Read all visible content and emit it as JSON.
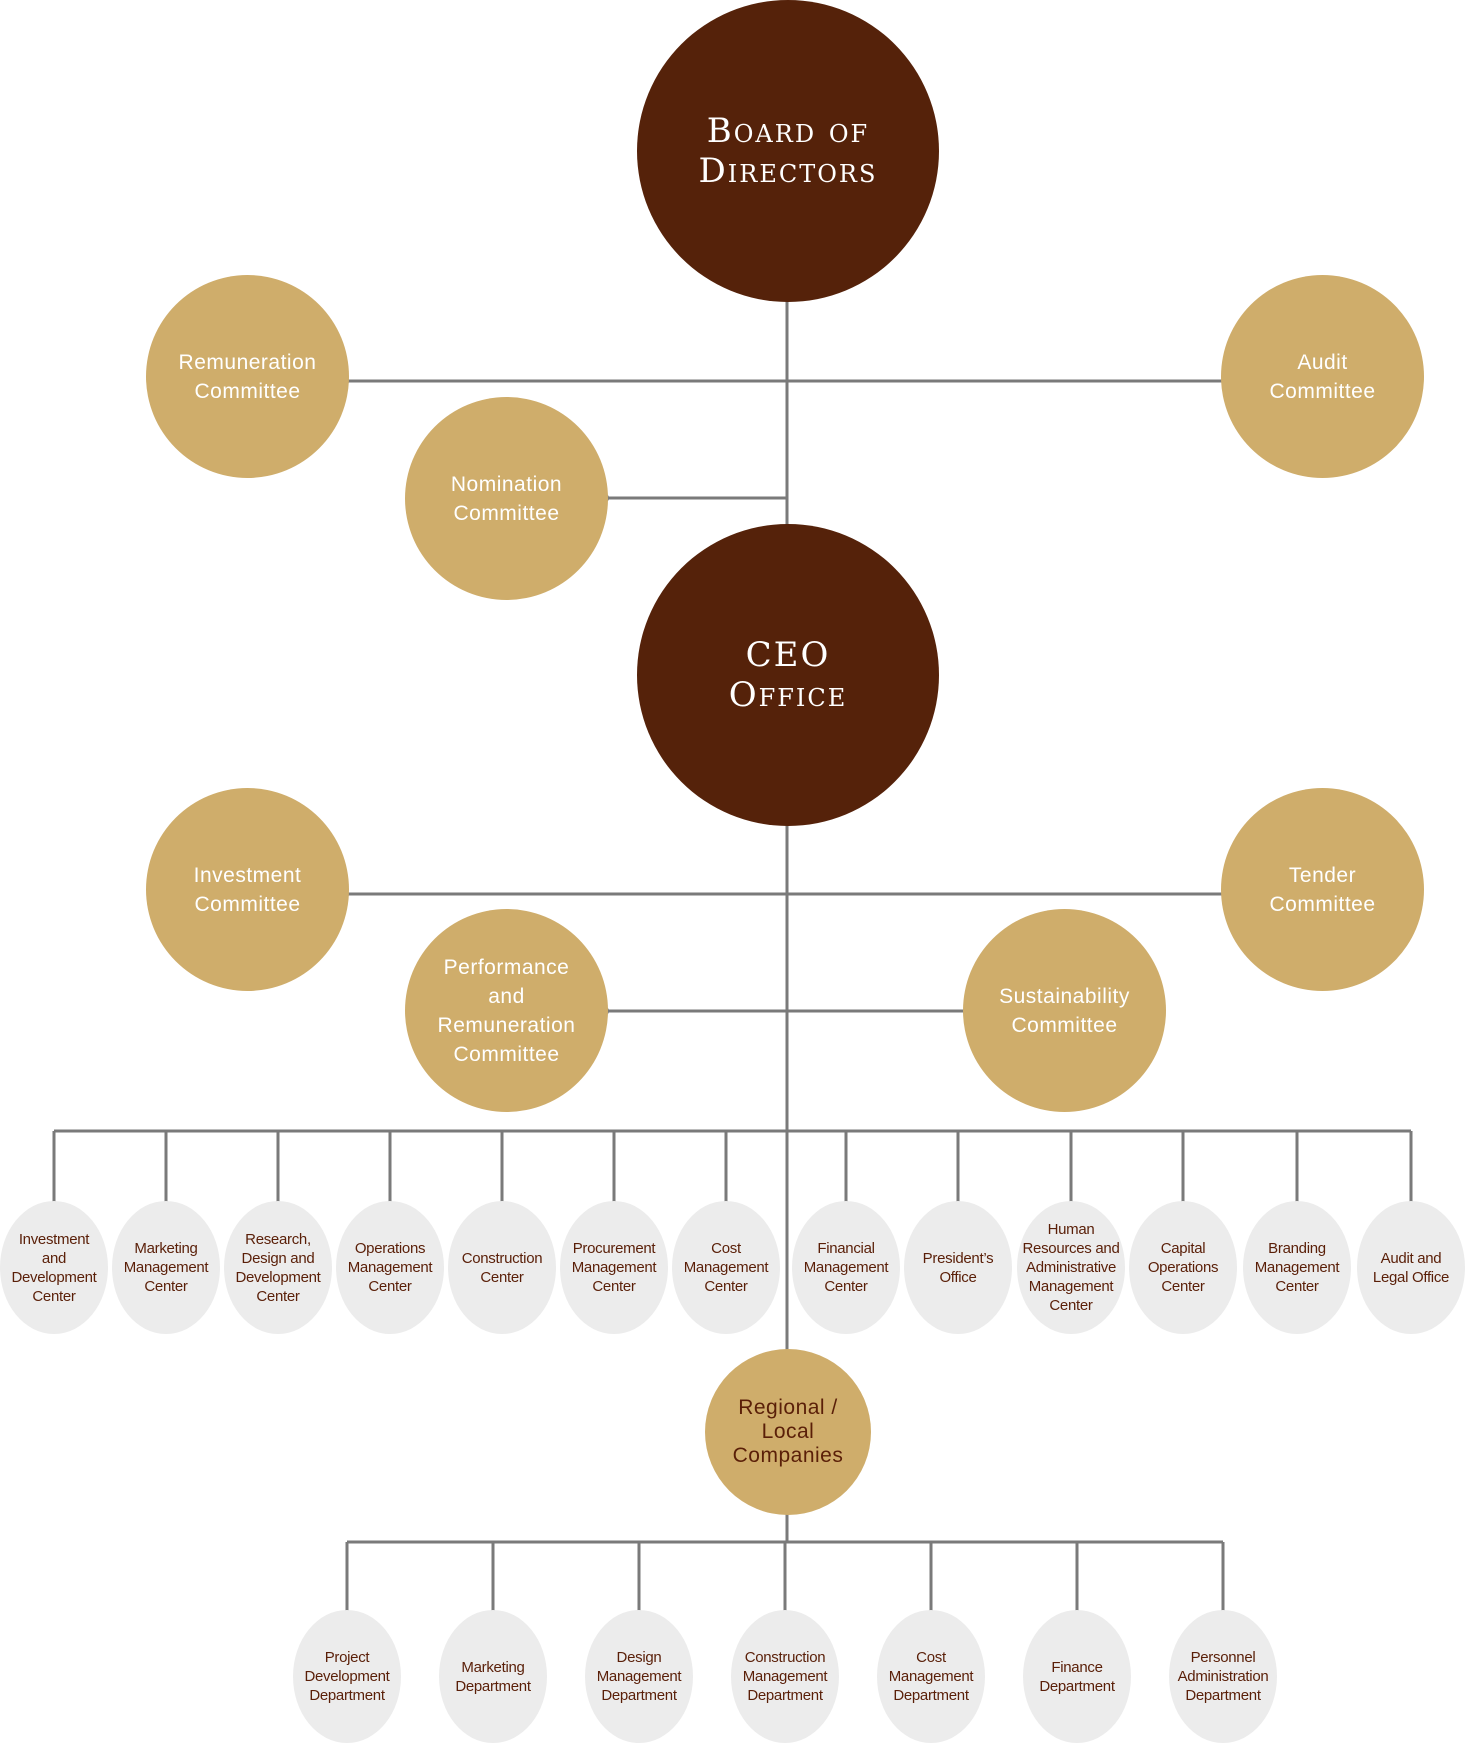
{
  "colors": {
    "dark": "#55220a",
    "gold": "#cfad6b",
    "grey": "#ececec",
    "line": "#7a7a7a",
    "brown_text": "#5a1f08"
  },
  "board": "Board of\nDirectors",
  "ceo": "CEO\nOffice",
  "board_committees": {
    "remuneration": "Remuneration\nCommittee",
    "audit": "Audit\nCommittee",
    "nomination": "Nomination\nCommittee"
  },
  "ceo_committees": {
    "investment": "Investment\nCommittee",
    "tender": "Tender\nCommittee",
    "performance": "Performance\nand\nRemuneration\nCommittee",
    "sustainability": "Sustainability\nCommittee"
  },
  "centers": [
    "Investment\nand\nDevelopment\nCenter",
    "Marketing\nManagement\nCenter",
    "Research,\nDesign and\nDevelopment\nCenter",
    "Operations\nManagement\nCenter",
    "Construction\nCenter",
    "Procurement\nManagement\nCenter",
    "Cost\nManagement\nCenter",
    "Financial\nManagement\nCenter",
    "President’s\nOffice",
    "Human\nResources and\nAdministrative\nManagement\nCenter",
    "Capital\nOperations\nCenter",
    "Branding\nManagement\nCenter",
    "Audit and\nLegal Office"
  ],
  "regional": "Regional /\nLocal\nCompanies",
  "departments": [
    "Project\nDevelopment\nDepartment",
    "Marketing\nDepartment",
    "Design\nManagement\nDepartment",
    "Construction\nManagement\nDepartment",
    "Cost\nManagement\nDepartment",
    "Finance\nDepartment",
    "Personnel\nAdministration\nDepartment"
  ]
}
